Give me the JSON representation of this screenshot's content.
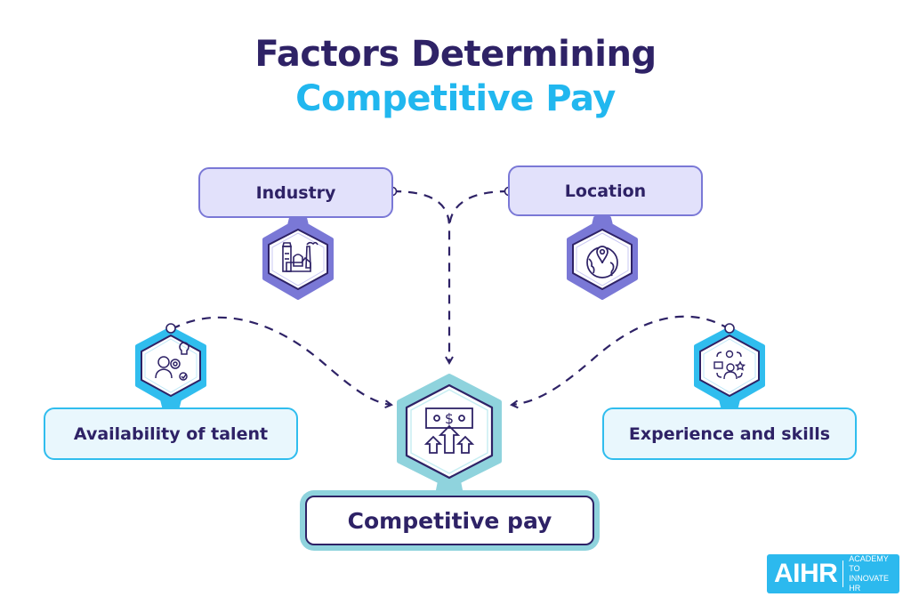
{
  "title": {
    "line1": "Factors Determining",
    "line2": "Competitive Pay"
  },
  "colors": {
    "navy": "#2e2266",
    "cyan": "#21b7ef",
    "purple_fill": "#e2e1fb",
    "purple_border": "#7a78d6",
    "blue_fill": "#e9f7fd",
    "blue_border": "#30bdee",
    "teal": "#8fd3dd"
  },
  "nodes": {
    "industry": {
      "label": "Industry",
      "icon": "factory-icon"
    },
    "location": {
      "label": "Location",
      "icon": "globe-location-pin-icon"
    },
    "talent": {
      "label": "Availability of talent",
      "icon": "person-idea-gear-icon"
    },
    "experience": {
      "label": "Experience and skills",
      "icon": "person-skills-cycle-icon"
    },
    "center": {
      "label": "Competitive pay",
      "icon": "money-arrows-up-icon"
    }
  },
  "logo": {
    "mark": "AIHR",
    "tagline_1": "ACADEMY TO",
    "tagline_2": "INNOVATE HR"
  }
}
